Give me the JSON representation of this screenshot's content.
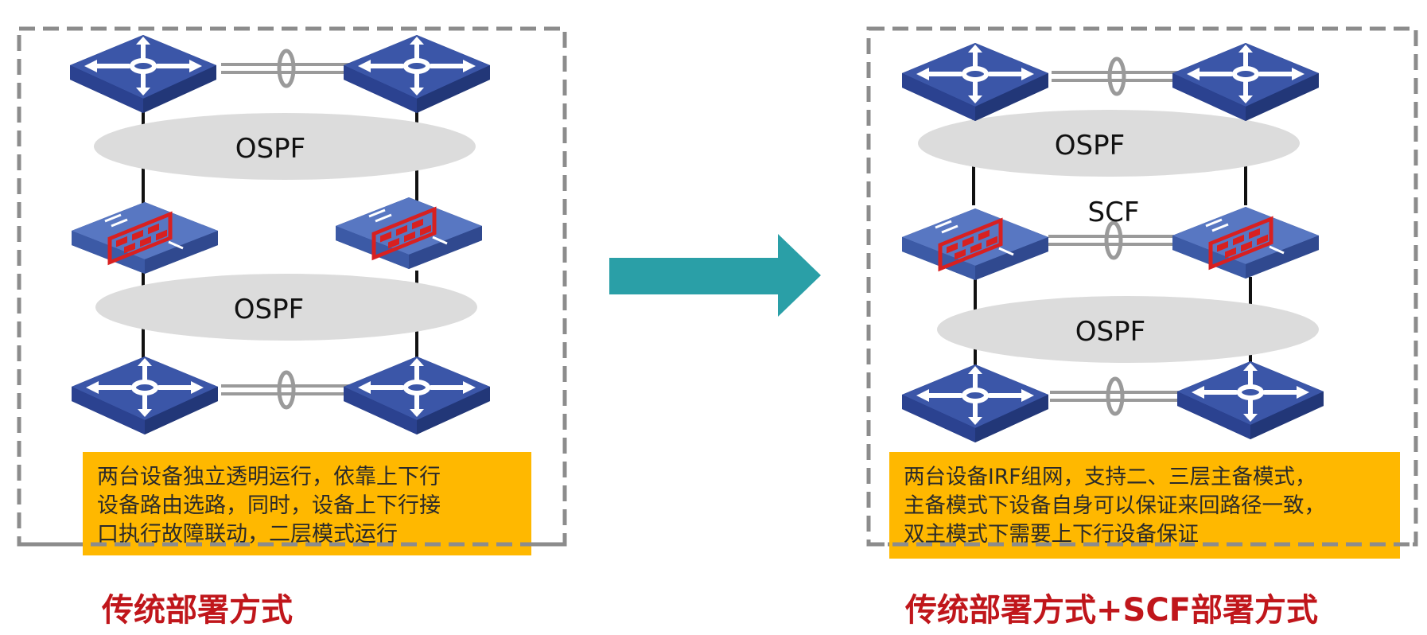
{
  "colors": {
    "switch_blue": "#3b56a8",
    "firewall_blue": "#5877c2",
    "ellipse_gray": "#dcdcdc",
    "arrow_teal": "#2a9fa7",
    "note_orange": "#ffb800",
    "caption_red": "#c0161b"
  },
  "left": {
    "ospf_top": "OSPF",
    "ospf_bottom": "OSPF",
    "note_lines": [
      "两台设备独立透明运行，依靠上下行",
      "设备路由选路，同时，设备上下行接",
      "口执行故障联动，二层模式运行"
    ],
    "caption": "传统部署方式"
  },
  "right": {
    "ospf_top": "OSPF",
    "scf": "SCF",
    "ospf_bottom": "OSPF",
    "note_lines": [
      "两台设备IRF组网，支持二、三层主备模式，",
      "主备模式下设备自身可以保证来回路径一致，",
      "双主模式下需要上下行设备保证"
    ],
    "caption": "传统部署方式+SCF部署方式"
  },
  "icons": [
    "router-switch-icon",
    "firewall-icon",
    "link-aggregation-icon",
    "arrow-right-icon"
  ]
}
